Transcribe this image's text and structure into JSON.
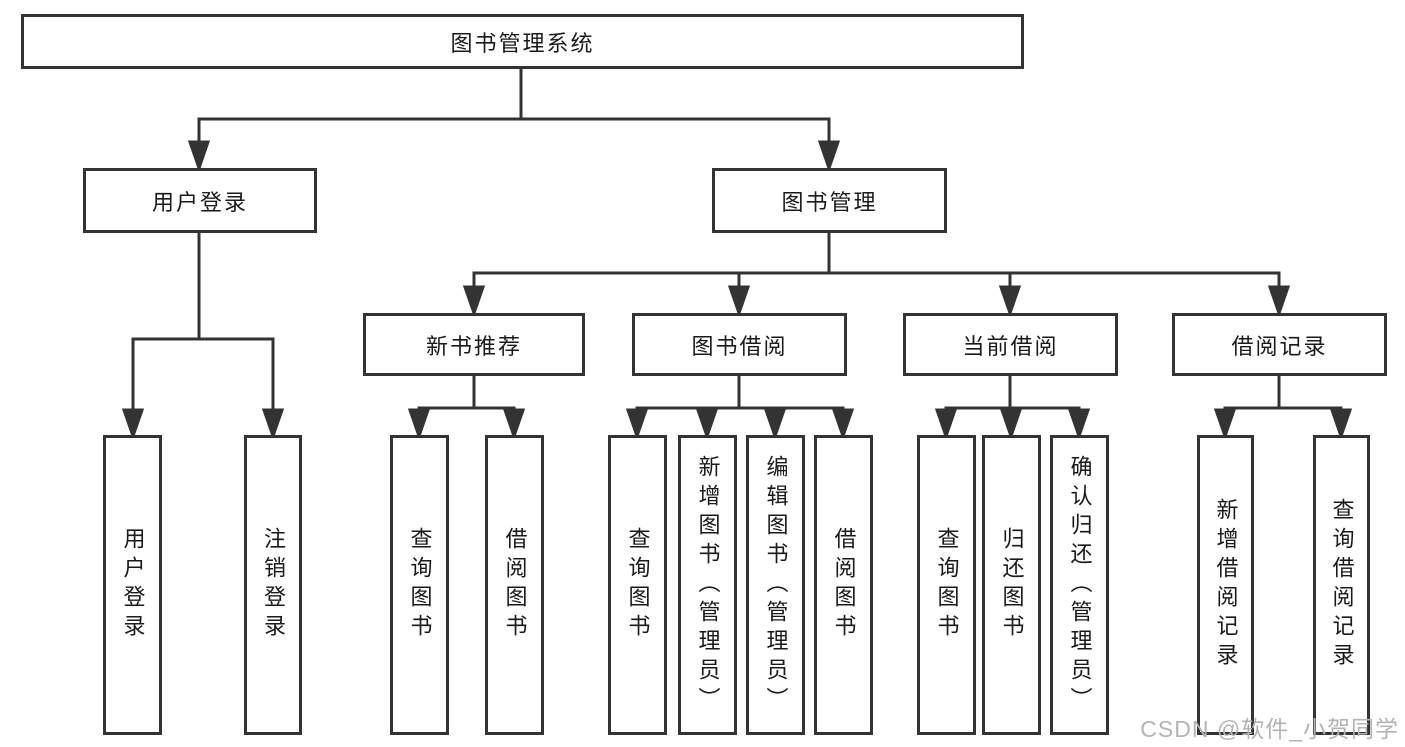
{
  "tree": {
    "root": {
      "label": "图书管理系统"
    },
    "user_login": {
      "label": "用户登录",
      "children": [
        {
          "label": "用户登录"
        },
        {
          "label": "注销登录"
        }
      ]
    },
    "book_mgmt": {
      "label": "图书管理"
    },
    "sections": [
      {
        "label": "新书推荐",
        "children": [
          {
            "label": "查询图书"
          },
          {
            "label": "借阅图书"
          }
        ]
      },
      {
        "label": "图书借阅",
        "children": [
          {
            "label": "查询图书"
          },
          {
            "label": "新增图书（管理员）"
          },
          {
            "label": "编辑图书（管理员）"
          },
          {
            "label": "借阅图书"
          }
        ]
      },
      {
        "label": "当前借阅",
        "children": [
          {
            "label": "查询图书"
          },
          {
            "label": "归还图书"
          },
          {
            "label": "确认归还（管理员）"
          }
        ]
      },
      {
        "label": "借阅记录",
        "children": [
          {
            "label": "新增借阅记录"
          },
          {
            "label": "查询借阅记录"
          }
        ]
      }
    ]
  },
  "watermark": {
    "text": "CSDN @软件_小贺同学"
  },
  "colors": {
    "line": "#333333",
    "text": "#1a1a1a",
    "watermark": "#b4b4b4",
    "background": "#ffffff"
  }
}
